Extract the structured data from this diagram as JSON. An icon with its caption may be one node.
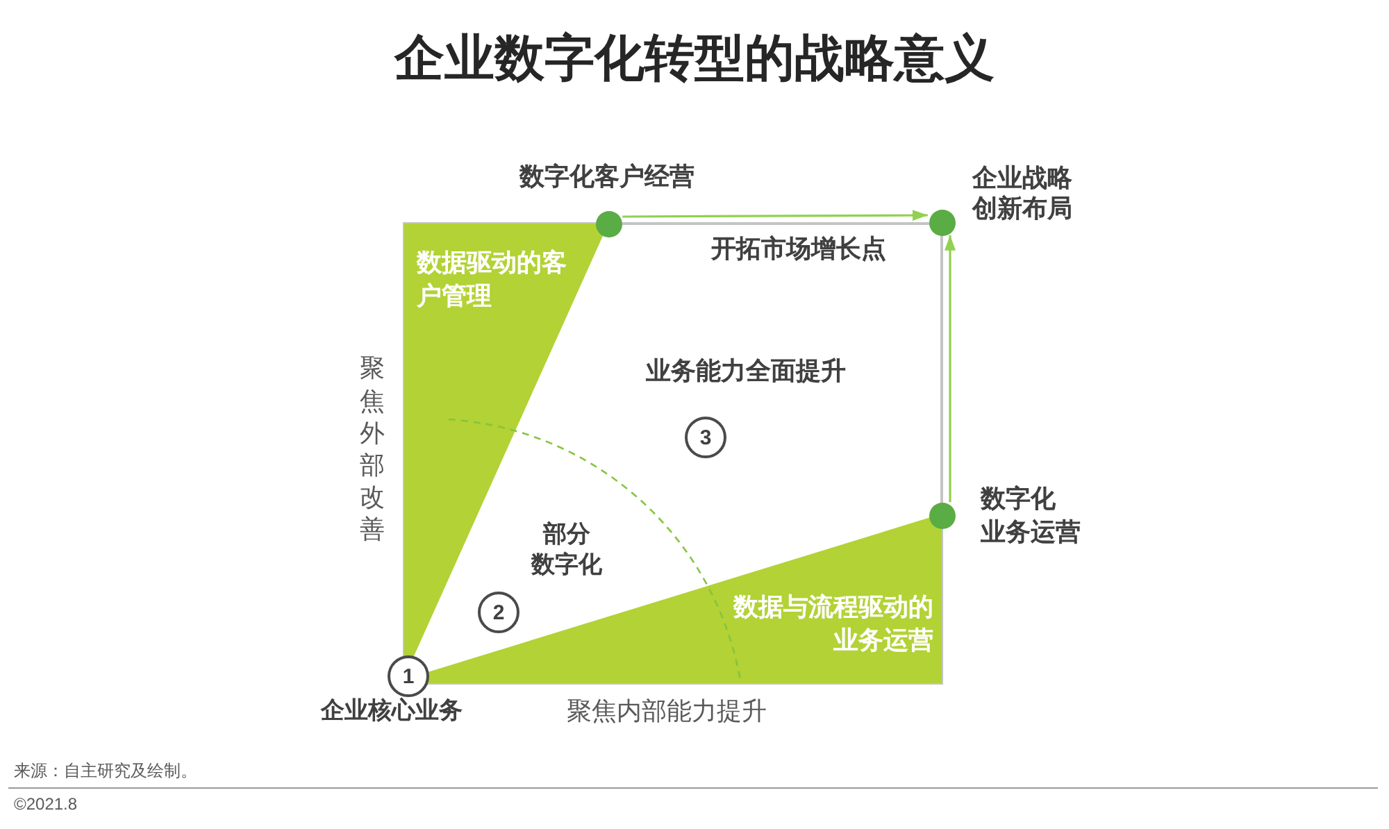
{
  "diagram": {
    "title": "企业数字化转型的战略意义",
    "nodes": [
      {
        "text": [],
        "shape": "circle",
        "beside": [
          "数字化客户经营"
        ]
      },
      {
        "text": [],
        "shape": "circle",
        "beside": [
          "企业战略创新布局"
        ]
      },
      {
        "text": [
          "数据驱动的客户管理"
        ]
      },
      {
        "text": [
          "3"
        ],
        "beside": [
          "业务能力全面提升"
        ]
      },
      {
        "text": [],
        "shape": "circle",
        "beside": [
          "数字化业务运营"
        ]
      },
      {
        "text": [
          "2"
        ]
      },
      {
        "text": [
          "数据与流程驱动的业务运营"
        ]
      },
      {
        "text": [
          "1"
        ],
        "beside": [
          "企业核心业务"
        ]
      }
    ],
    "edges": [
      {
        "from": 0,
        "to": 1,
        "arrow": "to",
        "label": "开拓市场增长点"
      },
      {
        "from": 4,
        "to": 1,
        "arrow": "to"
      }
    ],
    "labels": [
      "聚焦外部改善",
      "部分数字化",
      "聚焦内部能力提升",
      "来源：自主研究及绘制。",
      "©2021.8"
    ]
  }
}
